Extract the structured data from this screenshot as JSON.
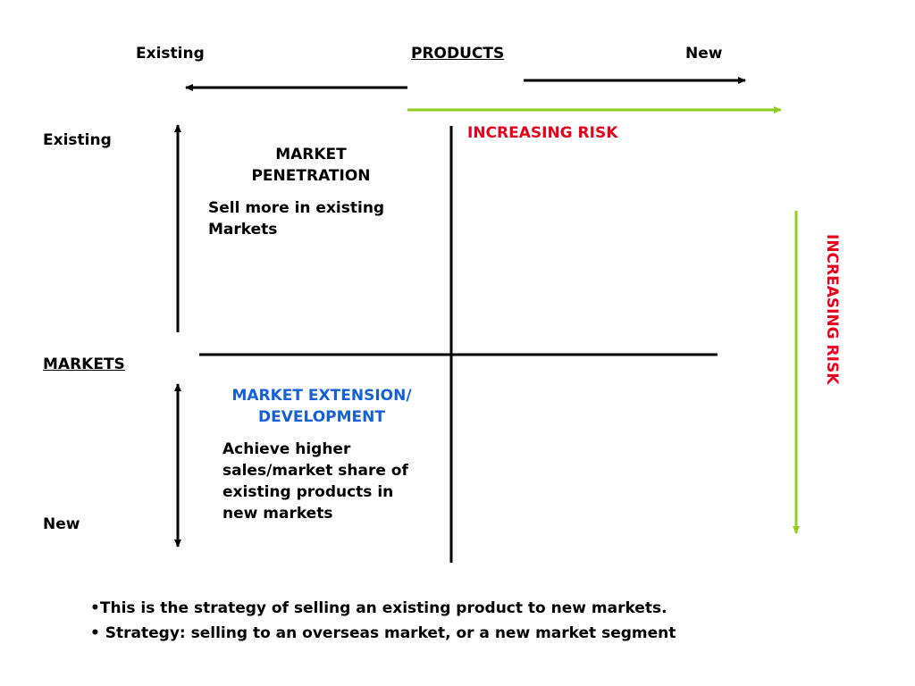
{
  "products_axis": {
    "title": "PRODUCTS",
    "left_label": "Existing",
    "right_label": "New"
  },
  "markets_axis": {
    "title": "MARKETS",
    "top_label": "Existing",
    "bottom_label": "New"
  },
  "risk": {
    "horizontal_label": "INCREASING RISK",
    "vertical_label": "INCREASING RISK",
    "label_color": "#e8001c",
    "arrow_color": "#8fce1f"
  },
  "quadrants": {
    "penetration": {
      "title": "MARKET PENETRATION",
      "description": "Sell more in existing Markets",
      "title_color": "#000000"
    },
    "extension": {
      "title": "MARKET EXTENSION/ DEVELOPMENT",
      "description": "Achieve higher sales/market share of existing products in new markets",
      "title_color": "#1560d8"
    }
  },
  "bullets": [
    "•This is the strategy of selling an existing product to new markets.",
    "• Strategy: selling to an overseas market, or a new market segment"
  ]
}
